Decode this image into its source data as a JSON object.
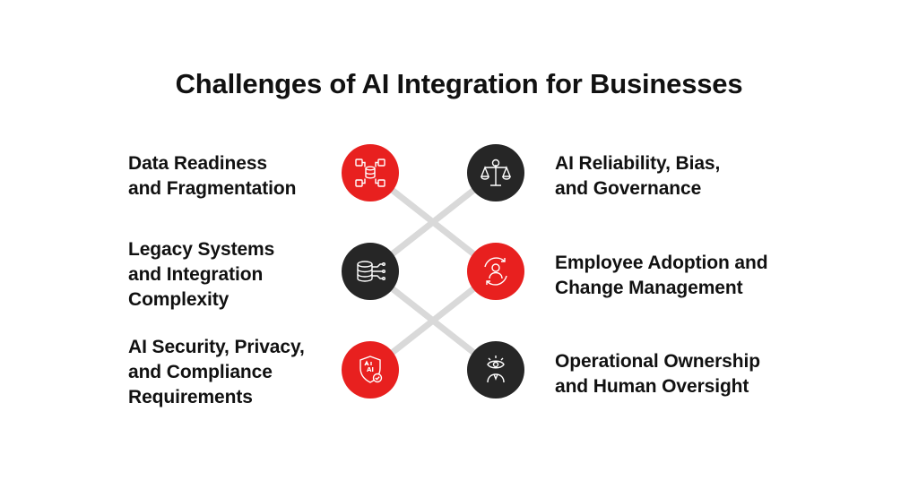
{
  "title": "Challenges of AI Integration for Businesses",
  "colors": {
    "accent": "#e8201f",
    "dark": "#262626",
    "connector": "#d9d9d9"
  },
  "left_items": [
    {
      "label": "Data Readiness\nand Fragmentation",
      "icon": "database-network-icon",
      "color": "red"
    },
    {
      "label": "Legacy Systems\nand Integration\nComplexity",
      "icon": "server-circuit-icon",
      "color": "dark"
    },
    {
      "label": "AI Security, Privacy,\nand Compliance\nRequirements",
      "icon": "ai-shield-icon",
      "color": "red"
    }
  ],
  "right_items": [
    {
      "label": "AI Reliability, Bias,\nand Governance",
      "icon": "ai-scale-icon",
      "color": "dark"
    },
    {
      "label": "Employee Adoption and\nChange Management",
      "icon": "person-cycle-icon",
      "color": "red"
    },
    {
      "label": "Operational Ownership\nand Human Oversight",
      "icon": "person-eye-icon",
      "color": "dark"
    }
  ]
}
